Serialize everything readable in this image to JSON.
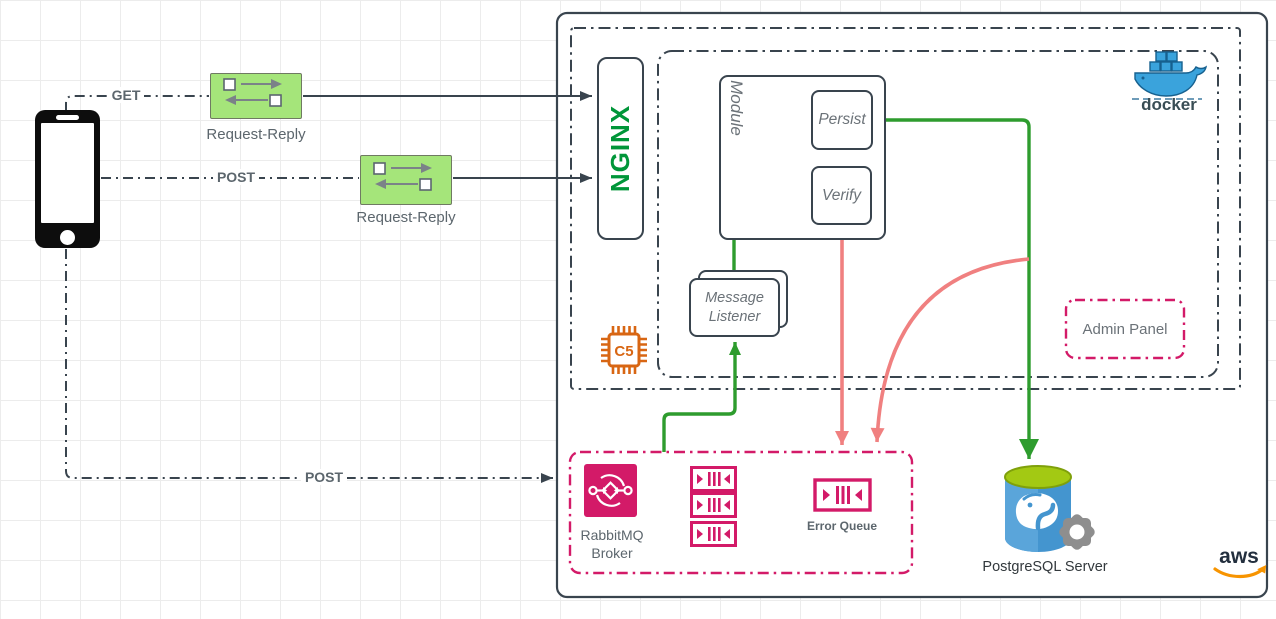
{
  "diagram_type": "architecture-diagram",
  "client": {
    "device": "smartphone",
    "get_label": "GET",
    "post_label": "POST",
    "bottom_post_label": "POST"
  },
  "patterns": {
    "first": "Request-Reply",
    "second": "Request-Reply"
  },
  "gateway": {
    "name": "NGINX"
  },
  "container": {
    "docker_text": "docker"
  },
  "module": {
    "title": "Module",
    "persist_label": "Persist",
    "verify_label": "Verify"
  },
  "listener": {
    "line1": "Message",
    "line2": "Listener"
  },
  "chip": {
    "label": "C5"
  },
  "admin": {
    "label": "Admin Panel"
  },
  "messaging": {
    "broker_line1": "RabbitMQ",
    "broker_line2": "Broker",
    "error_queue_label": "Error Queue"
  },
  "database": {
    "label": "PostgreSQL Server"
  },
  "aws": {
    "label": "aws"
  },
  "colors": {
    "stroke_dark": "#39444e",
    "flow_green": "#2e9c2e",
    "error_salmon": "#f08080",
    "crimson_pink": "#d31a68",
    "nginx_green": "#009639",
    "chip_orange": "#d86613",
    "docker_blue": "#3aa3dc",
    "docker_text": "#394d54",
    "postgres_blue": "#4495cf",
    "postgres_lime": "#a3c913",
    "aws_navy": "#232f3e",
    "aws_orange": "#f79400",
    "request_reply_fill": "#a5e57a",
    "label_gray": "#5c666d"
  }
}
